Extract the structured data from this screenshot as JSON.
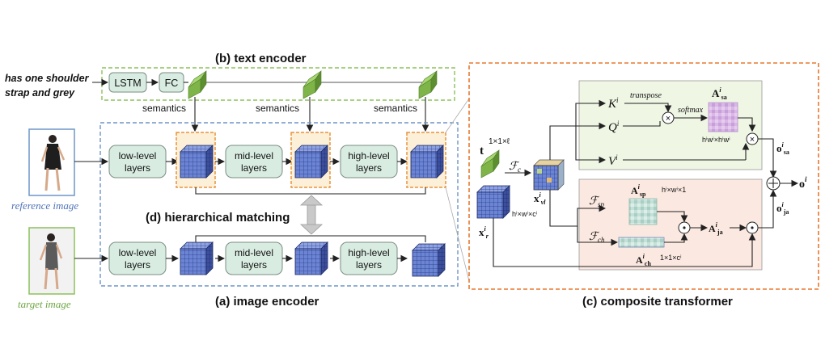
{
  "text_input": [
    "has one shoulder",
    "strap and grey"
  ],
  "text_encoder": {
    "title": "(b) text encoder",
    "lstm": "LSTM",
    "fc": "FC",
    "semantics": "semantics"
  },
  "image_encoder": {
    "title": "(a) image encoder",
    "low": [
      "low-level",
      "layers"
    ],
    "mid": [
      "mid-level",
      "layers"
    ],
    "high": [
      "high-level",
      "layers"
    ],
    "reference_label": "reference image",
    "target_label": "target image"
  },
  "matching": {
    "title": "(d) hierarchical matching"
  },
  "composite": {
    "title": "(c) composite transformer",
    "t": "t",
    "t_dim": "1×1×ℓ",
    "Fc": "ℱ",
    "Fc_sub": "c",
    "xvl": "x",
    "xvl_sub": "vl",
    "xr": "x",
    "xr_sub": "r",
    "xr_dim": "hⁱ×wⁱ×cⁱ",
    "K": "K",
    "Q": "Q",
    "V": "V",
    "transpose": "transpose",
    "softmax": "softmax",
    "Asa": "A",
    "Asa_sub": "sa",
    "Asa_dim": "hⁱwⁱ×hⁱwⁱ",
    "osa": "o",
    "osa_sub": "sa",
    "Fsp": "ℱ",
    "Fsp_sub": "sp",
    "Asp": "A",
    "Asp_sub": "sp",
    "Asp_dim": "hⁱ×wⁱ×1",
    "Fch": "ℱ",
    "Fch_sub": "ch",
    "Ach": "A",
    "Ach_sub": "ch",
    "Ach_dim": "1×1×cⁱ",
    "Aja": "A",
    "Aja_sub": "ja",
    "oja": "o",
    "oja_sub": "ja",
    "o": "o",
    "sup": "i"
  },
  "colors": {
    "text_frame": "#8cc25c",
    "image_frame": "#6f95c8",
    "composite_frame": "#e8782e",
    "orange_box": "#e9923a",
    "module_fill": "#d9ece2",
    "green_vec": "#7fb548",
    "cube_blue": "#4a63b5"
  }
}
